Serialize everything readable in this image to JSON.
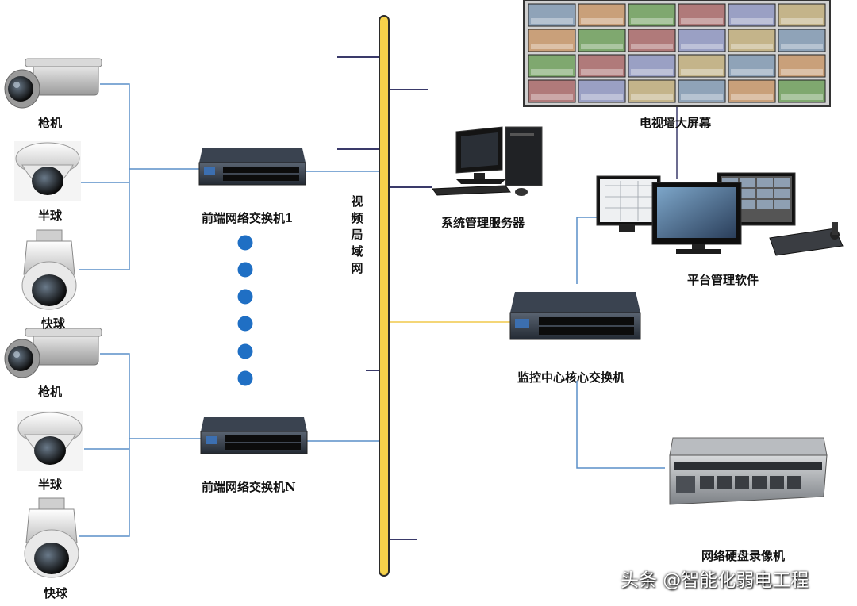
{
  "labels": {
    "bullet_camera": "枪机",
    "dome_camera": "半球",
    "speed_dome": "快球",
    "switch_1": "前端网络交换机1",
    "switch_n": "前端网络交换机N",
    "video_lan": "视频局域网",
    "video_wall": "电视墙大屏幕",
    "server": "系统管理服务器",
    "platform": "平台管理软件",
    "core_switch": "监控中心核心交换机",
    "nvr": "网络硬盘录像机"
  },
  "watermark": "头条 @智能化弱电工程",
  "colors": {
    "bus_fill": "#f6d24a",
    "bus_stroke": "#2b2b2b",
    "camera_link": "#5a8fc8",
    "core_link": "#f0c84a",
    "tap": "#3a3a6a",
    "dot": "#1f6fc4"
  }
}
